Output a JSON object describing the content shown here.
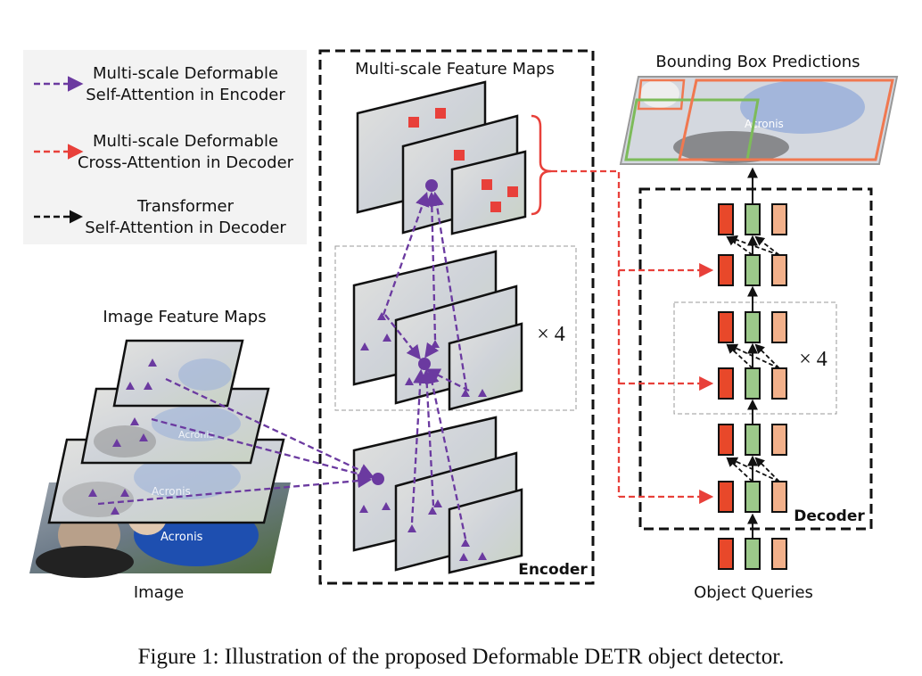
{
  "legend": {
    "items": [
      {
        "line1": "Multi-scale Deformable",
        "line2": "Self-Attention in Encoder",
        "color": "#6b3aa0"
      },
      {
        "line1": "Multi-scale Deformable",
        "line2": "Cross-Attention in Decoder",
        "color": "#e8403a"
      },
      {
        "line1": "Transformer",
        "line2": "Self-Attention in Decoder",
        "color": "#111111"
      }
    ]
  },
  "labels": {
    "image_feature_maps": "Image Feature Maps",
    "image": "Image",
    "multi_scale_feature_maps": "Multi-scale Feature Maps",
    "encoder": "Encoder",
    "times_encoder": "× 4",
    "bounding_box_predictions": "Bounding Box Predictions",
    "decoder": "Decoder",
    "times_decoder": "× 4",
    "object_queries": "Object Queries",
    "photo_logo": "Acronis"
  },
  "caption": "Figure 1: Illustration of the proposed Deformable DETR object detector.",
  "colors": {
    "purple": "#6b3aa0",
    "red": "#e8403a",
    "query_red": "#e8482a",
    "query_green": "#9cc98a",
    "query_orange": "#f2b08a",
    "bbox_orange": "#f07850",
    "bbox_green": "#7dbb5a"
  }
}
